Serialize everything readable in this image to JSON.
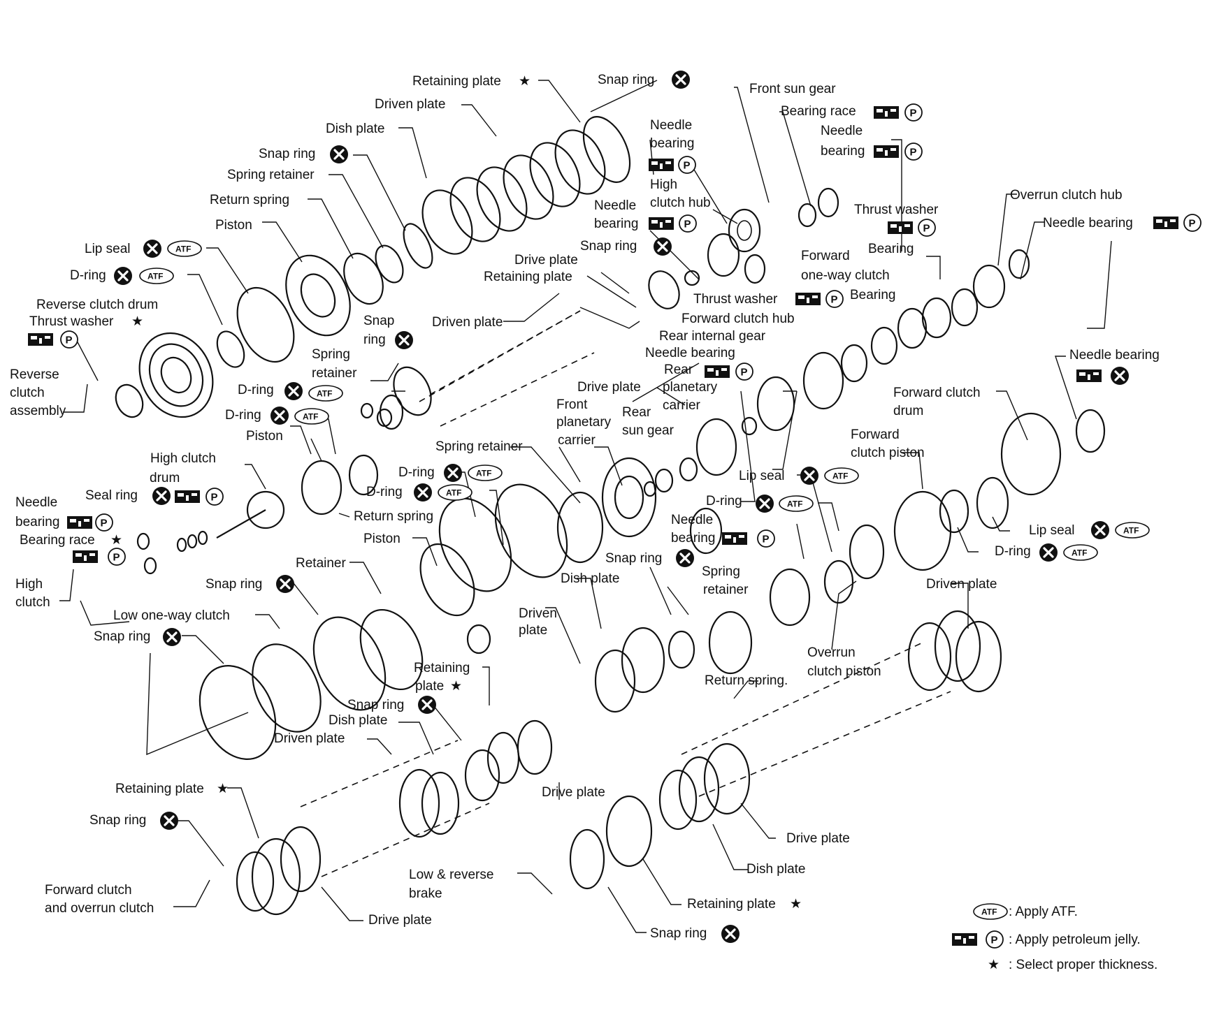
{
  "labels": {
    "retaining_plate_1": "Retaining plate",
    "snap_ring_1": "Snap ring",
    "driven_plate_1": "Driven plate",
    "dish_plate_1": "Dish plate",
    "snap_ring_2": "Snap ring",
    "spring_retainer_1": "Spring retainer",
    "return_spring_1": "Return spring",
    "piston_1": "Piston",
    "lip_seal_1": "Lip seal",
    "d_ring_1": "D-ring",
    "reverse_clutch_drum": "Reverse clutch drum",
    "thrust_washer_1": "Thrust washer",
    "reverse_clutch_assembly_1": "Reverse",
    "reverse_clutch_assembly_2": "clutch",
    "reverse_clutch_assembly_3": "assembly",
    "front_sun_gear": "Front sun gear",
    "bearing_race_1": "Bearing race",
    "needle_bearing_1a": "Needle",
    "needle_bearing_1b": "bearing",
    "needle_bearing_2a": "Needle",
    "needle_bearing_2b": "bearing",
    "high_clutch_hub_a": "High",
    "high_clutch_hub_b": "clutch hub",
    "needle_bearing_3a": "Needle",
    "needle_bearing_3b": "bearing",
    "snap_ring_3": "Snap ring",
    "drive_plate_1": "Drive plate",
    "retaining_plate_2": "Retaining plate",
    "thrust_washer_2": "Thrust washer",
    "bearing_1": "Bearing",
    "forward_one_way_a": "Forward",
    "forward_one_way_b": "one-way clutch",
    "bearing_2": "Bearing",
    "thrust_washer_3": "Thrust washer",
    "overrun_clutch_hub": "Overrun clutch hub",
    "needle_bearing_4": "Needle bearing",
    "forward_clutch_hub": "Forward clutch hub",
    "rear_internal_gear": "Rear internal gear",
    "needle_bearing_5": "Needle bearing",
    "rear_planetary_a": "Rear",
    "rear_planetary_b": "planetary",
    "rear_planetary_c": "carrier",
    "snap_ring_4a": "Snap",
    "snap_ring_4b": "ring",
    "driven_plate_2": "Driven plate",
    "spring_retainer_2a": "Spring",
    "spring_retainer_2b": "retainer",
    "drive_plate_2": "Drive plate",
    "front_planetary_a": "Front",
    "front_planetary_b": "planetary",
    "front_planetary_c": "carrier",
    "rear_sun_gear_a": "Rear",
    "rear_sun_gear_b": "sun gear",
    "needle_bearing_6": "Needle bearing",
    "d_ring_2": "D-ring",
    "d_ring_3": "D-ring",
    "piston_2": "Piston",
    "high_clutch_drum_a": "High clutch",
    "high_clutch_drum_b": "drum",
    "seal_ring": "Seal ring",
    "needle_bearing_7a": "Needle",
    "needle_bearing_7b": "bearing",
    "bearing_race_2": "Bearing race",
    "high_clutch_a": "High",
    "high_clutch_b": "clutch",
    "return_spring_2": "Return spring",
    "spring_retainer_3": "Spring retainer",
    "d_ring_4": "D-ring",
    "d_ring_5": "D-ring",
    "lip_seal_2": "Lip seal",
    "d_ring_6": "D-ring",
    "needle_bearing_8a": "Needle",
    "needle_bearing_8b": "bearing",
    "forward_clutch_drum_a": "Forward clutch",
    "forward_clutch_drum_b": "drum",
    "forward_clutch_piston_a": "Forward",
    "forward_clutch_piston_b": "clutch piston",
    "lip_seal_3": "Lip seal",
    "d_ring_7": "D-ring",
    "piston_3": "Piston",
    "retainer": "Retainer",
    "snap_ring_5": "Snap ring",
    "low_one_way_clutch": "Low one-way clutch",
    "snap_ring_6": "Snap ring",
    "snap_ring_7": "Snap ring",
    "dish_plate_2": "Dish plate",
    "spring_retainer_4a": "Spring",
    "spring_retainer_4b": "retainer",
    "driven_plate_3a": "Driven",
    "driven_plate_3b": "plate",
    "retaining_plate_3a": "Retaining",
    "retaining_plate_3b": "plate",
    "snap_ring_8": "Snap ring",
    "dish_plate_3": "Dish plate",
    "driven_plate_4": "Driven plate",
    "return_spring_3": "Return spring.",
    "overrun_piston_a": "Overrun",
    "overrun_piston_b": "clutch piston",
    "driven_plate_5": "Driven plate",
    "retaining_plate_4": "Retaining plate",
    "snap_ring_9": "Snap ring",
    "forward_overrun_a": "Forward clutch",
    "forward_overrun_b": "and overrun clutch",
    "drive_plate_3": "Drive plate",
    "low_reverse_a": "Low & reverse",
    "low_reverse_b": "brake",
    "drive_plate_4": "Drive plate",
    "drive_plate_5": "Drive plate",
    "dish_plate_4": "Dish plate",
    "retaining_plate_5": "Retaining plate",
    "snap_ring_10": "Snap ring"
  },
  "symbols": {
    "atf": "ATF",
    "petroleum": "P",
    "star": "★"
  },
  "legend": {
    "atf_text": ": Apply ATF.",
    "jelly_text": ": Apply petroleum jelly.",
    "star_text": ": Select proper thickness."
  }
}
